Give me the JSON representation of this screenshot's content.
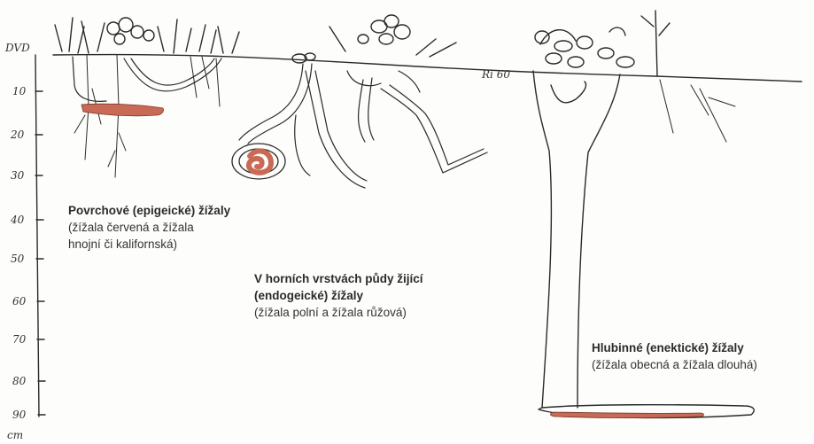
{
  "depth_axis": {
    "top_label": "DVD",
    "ticks": [
      "10",
      "20",
      "30",
      "40",
      "50",
      "60",
      "70",
      "80",
      "90"
    ],
    "unit": "cm"
  },
  "surface_note": "Ri 60",
  "groups": [
    {
      "id": "epigeic",
      "title": "Povrchové (epigeické) žížaly",
      "subtitle_lines": [
        "(žížala červená a žížala",
        "hnojní či kalifornská)"
      ]
    },
    {
      "id": "endogeic",
      "title_lines": [
        "V horních vrstvách půdy žijící",
        "(endogeické) žížaly"
      ],
      "subtitle": "(žížala polní a žížala růžová)"
    },
    {
      "id": "anecic",
      "title": "Hlubinné (enektické) žížaly",
      "subtitle": "(žížala obecná a žížala dlouhá)"
    }
  ],
  "colors": {
    "worm": "#c86a55",
    "line": "#2a2a2a",
    "text": "#333333"
  }
}
